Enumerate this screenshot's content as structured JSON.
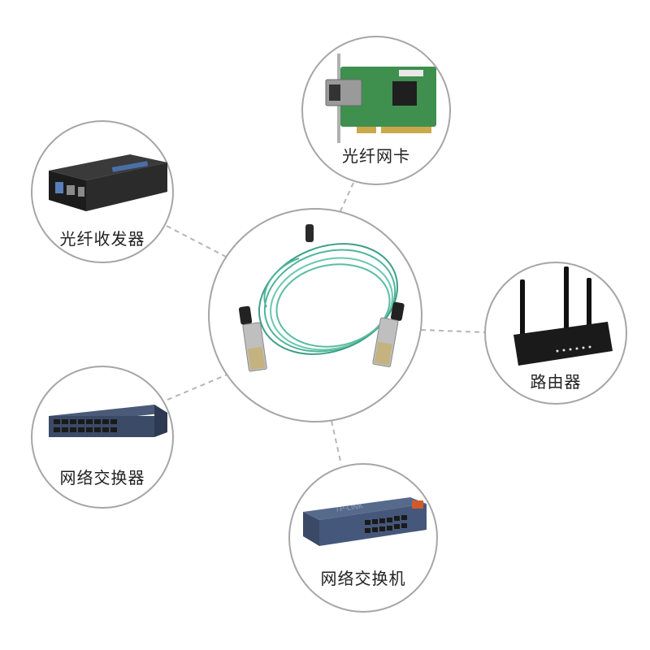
{
  "center": {
    "name": "sfp-aoc-cable-icon"
  },
  "devices": [
    {
      "id": "nic",
      "label": "光纤网卡",
      "icon": "network-card-icon"
    },
    {
      "id": "transceiver",
      "label": "光纤收发器",
      "icon": "media-converter-icon"
    },
    {
      "id": "router",
      "label": "路由器",
      "icon": "router-icon"
    },
    {
      "id": "switch1",
      "label": "网络交换器",
      "icon": "network-switch-icon"
    },
    {
      "id": "switch2",
      "label": "网络交换机",
      "icon": "network-switch-icon"
    }
  ],
  "switch2_brand": "TP-LINK",
  "colors": {
    "ring": "#a6a6a6",
    "connector": "#b5b5b5",
    "cable": "#4fb59a",
    "pcb": "#3f8f4e"
  }
}
